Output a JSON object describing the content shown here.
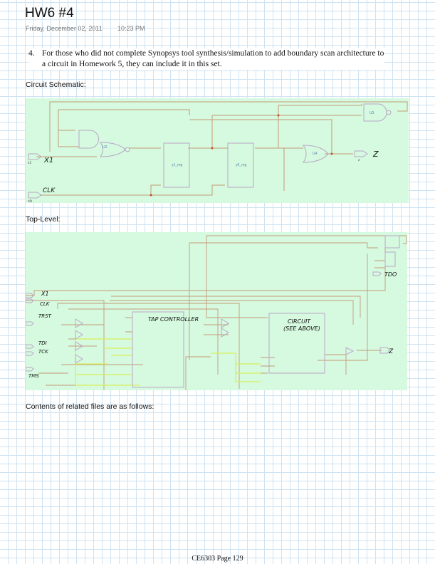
{
  "page": {
    "title": "HW6 #4",
    "date": "Friday, December 02, 2011",
    "time": "10:23 PM",
    "footer": "CE6303 Page 129"
  },
  "problem": {
    "number": "4.",
    "text": "For those who did not complete Synopsys tool synthesis/simulation to add boundary scan architecture to a circuit in Homework 5, they can include it in this set."
  },
  "sections": {
    "circuit_schematic": "Circuit Schematic:",
    "top_level": "Top-Level:",
    "related_files": "Contents of related files are as follows:"
  },
  "schematic": {
    "inputs": [
      "x1",
      "clk"
    ],
    "output": "z",
    "handwritten": {
      "x1": "X1",
      "clk": "CLK",
      "z": "Z"
    },
    "gates": [
      {
        "name": "U2",
        "type": "a21o-nor"
      },
      {
        "name": "U3",
        "type": "nand"
      },
      {
        "name": "U4",
        "type": "or"
      }
    ],
    "registers": [
      {
        "name": "y1_reg"
      },
      {
        "name": "y0_reg"
      }
    ]
  },
  "toplevel": {
    "handwritten": {
      "x1": "X1",
      "clk": "CLK",
      "trst": "TRST",
      "tdi": "TDI",
      "tck": "TCK",
      "tms": "TMS",
      "tdo": "TDO",
      "z": "Z",
      "tap": "TAP CONTROLLER",
      "circuit_line1": "CIRCUIT",
      "circuit_line2": "(SEE ABOVE)"
    }
  },
  "colors": {
    "panel": "#d6fadf",
    "wire": "#c49a7a",
    "cell": "#b9a6c9",
    "scan": "#d8ef5a",
    "grid": "#cfe3f2"
  }
}
